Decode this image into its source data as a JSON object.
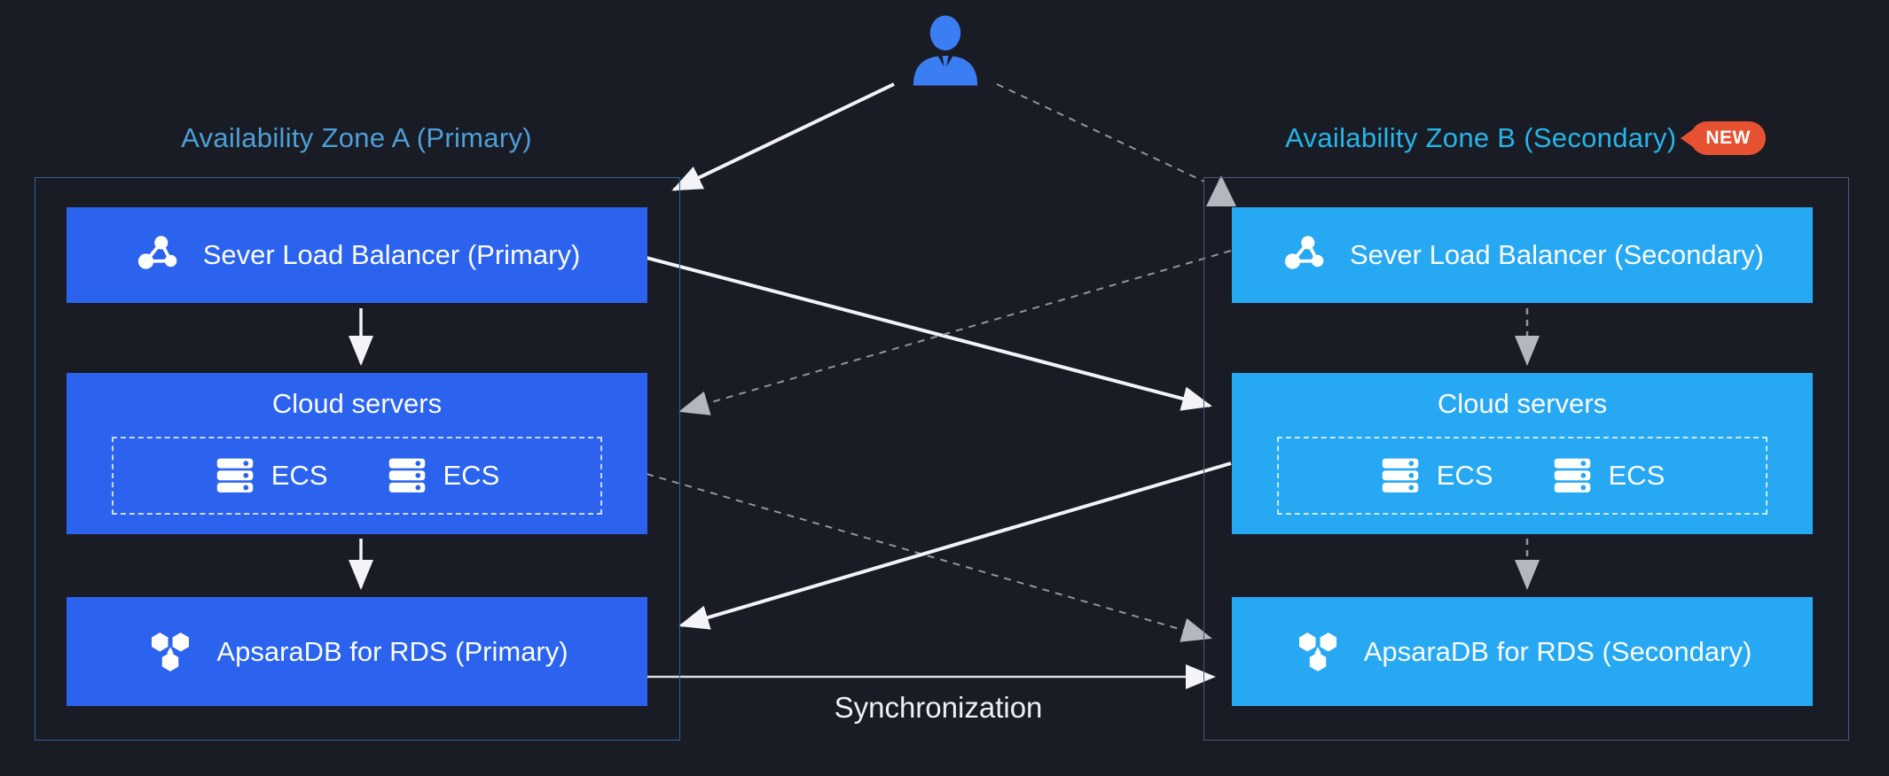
{
  "user": {
    "icon": "user-icon",
    "color": "#3b7df2"
  },
  "zone_a": {
    "title": "Availability Zone A (Primary)",
    "title_color": "#4d9fd8",
    "box_color": "#2b63ee",
    "slb": {
      "label": "Sever Load Balancer (Primary)",
      "icon": "load-balancer-icon"
    },
    "cloud": {
      "title": "Cloud servers",
      "ecs_items": [
        {
          "label": "ECS",
          "icon": "server-stack-icon"
        },
        {
          "label": "ECS",
          "icon": "server-stack-icon"
        }
      ]
    },
    "rds": {
      "label": "ApsaraDB for RDS (Primary)",
      "icon": "rds-hexagons-icon"
    }
  },
  "zone_b": {
    "title": "Availability Zone B (Secondary)",
    "badge": "NEW",
    "badge_color": "#e65231",
    "title_color": "#25b5e8",
    "box_color": "#27a8f2",
    "slb": {
      "label": "Sever Load Balancer (Secondary)",
      "icon": "load-balancer-icon"
    },
    "cloud": {
      "title": "Cloud servers",
      "ecs_items": [
        {
          "label": "ECS",
          "icon": "server-stack-icon"
        },
        {
          "label": "ECS",
          "icon": "server-stack-icon"
        }
      ]
    },
    "rds": {
      "label": "ApsaraDB for RDS (Secondary)",
      "icon": "rds-hexagons-icon"
    }
  },
  "labels": {
    "synchronization": "Synchronization"
  },
  "colors": {
    "background": "#191c25",
    "zone_a_border": "#2d6094",
    "zone_b_border": "#4e5878",
    "solid_arrow": "#f2f4f7",
    "dashed_arrow": "#8f949e",
    "arrowhead_gray": "#b3b7be"
  }
}
